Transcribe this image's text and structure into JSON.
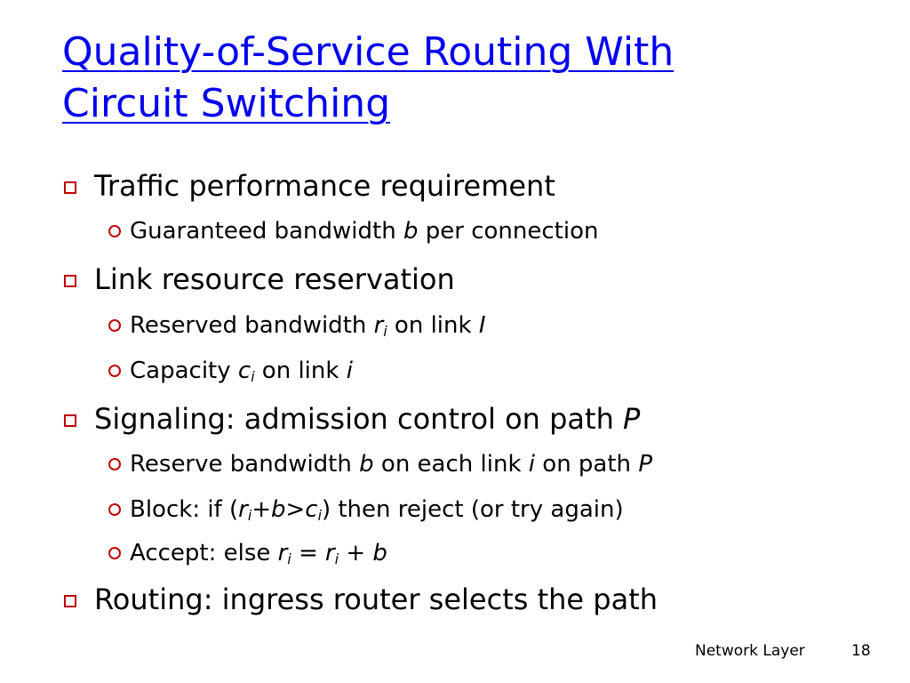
{
  "title": {
    "line1": "Quality-of-Service Routing With",
    "line2": "Circuit Switching"
  },
  "items": [
    {
      "parts": [
        "Traffic performance requirement"
      ]
    },
    {
      "parts": [
        "Guaranteed bandwidth ",
        "b",
        " per connection"
      ]
    },
    {
      "parts": [
        "Link resource reservation"
      ]
    },
    {
      "parts": [
        "Reserved bandwidth ",
        "r",
        "i",
        " on link ",
        "I"
      ]
    },
    {
      "parts": [
        "Capacity ",
        "c",
        "i",
        " on link ",
        "i"
      ]
    },
    {
      "parts": [
        "Signaling: admission control on path ",
        "P"
      ]
    },
    {
      "parts": [
        "Reserve bandwidth ",
        "b",
        " on each link ",
        "i",
        " on path ",
        "P"
      ]
    },
    {
      "parts": [
        "Block: if (",
        "r",
        "i",
        "+",
        "b",
        ">",
        "c",
        "i",
        ") then reject (or try again)"
      ]
    },
    {
      "parts": [
        "Accept: else ",
        "r",
        "i",
        " = ",
        "r",
        "i",
        " + ",
        "b"
      ]
    },
    {
      "parts": [
        "Routing: ingress router selects the path"
      ]
    }
  ],
  "footer": {
    "label": "Network Layer",
    "page": "18"
  },
  "colors": {
    "title": "#0000ee",
    "bullet": "#c00000",
    "text": "#000000",
    "background": "#ffffff"
  },
  "icons": {
    "level1_bullet": "square-outline-icon",
    "level2_bullet": "circle-outline-icon"
  }
}
